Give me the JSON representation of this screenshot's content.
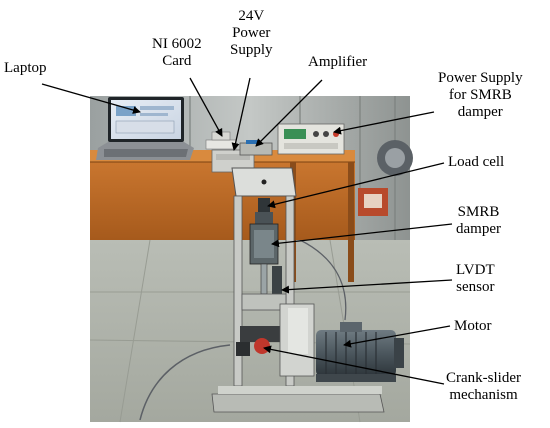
{
  "labels": {
    "laptop": "Laptop",
    "ni_card": [
      "NI 6002",
      "Card"
    ],
    "power_24v": [
      "24V",
      "Power",
      "Supply"
    ],
    "amplifier": "Amplifier",
    "damper_power": [
      "Power Supply",
      "for SMRB",
      "damper"
    ],
    "load_cell": "Load cell",
    "smrb_damper": [
      "SMRB",
      "damper"
    ],
    "lvdt": [
      "LVDT",
      "sensor"
    ],
    "motor": "Motor",
    "crank_slider": [
      "Crank-slider",
      "mechanism"
    ]
  }
}
